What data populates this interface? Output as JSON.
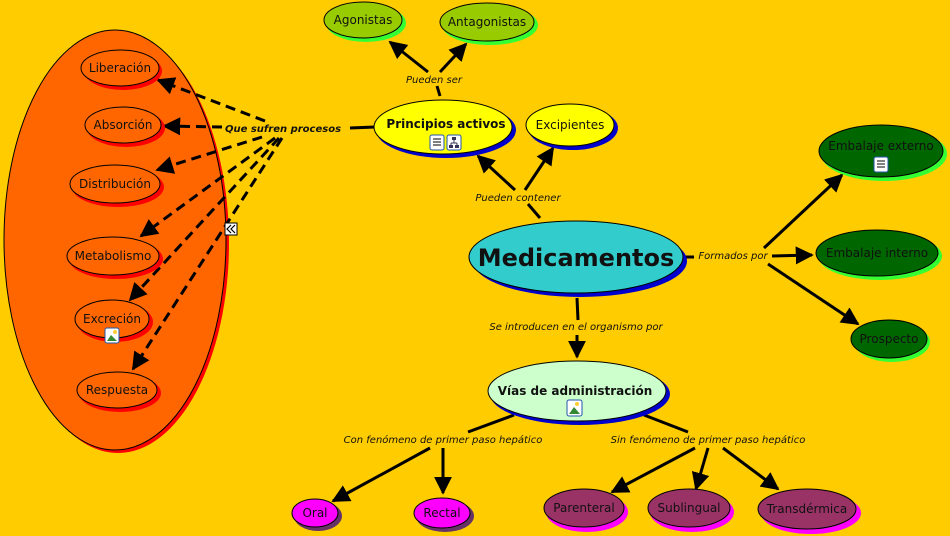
{
  "map": {
    "title": "Medicamentos",
    "colors": {
      "background": "#FFCC00",
      "central_fill": "#33CCCC",
      "yellow_fill": "#FFFF00",
      "blue_shadow": "#0000CC",
      "green_fill": "#99CC00",
      "green_shadow": "#33FF33",
      "dark_green_fill": "#006600",
      "light_green_fill": "#CCFFCC",
      "orange_fill": "#FF6600",
      "red_shadow": "#FF0000",
      "magenta_fill": "#FF00FF",
      "plum_fill": "#993366"
    },
    "nodes": {
      "medicamentos": "Medicamentos",
      "principios_activos": "Principios activos",
      "excipientes": "Excipientes",
      "agonistas": "Agonistas",
      "antagonistas": "Antagonistas",
      "embalaje_externo": "Embalaje externo",
      "embalaje_interno": "Embalaje interno",
      "prospecto": "Prospecto",
      "vias_administracion": "Vías de administración",
      "oral": "Oral",
      "rectal": "Rectal",
      "parenteral": "Parenteral",
      "sublingual": "Sublingual",
      "transdermica": "Transdérmica",
      "liberacion": "Liberación",
      "absorcion": "Absorción",
      "distribucion": "Distribución",
      "metabolismo": "Metabolismo",
      "excrecion": "Excreción",
      "respuesta": "Respuesta"
    },
    "links": {
      "pueden_ser": "Pueden ser",
      "pueden_contener": "Pueden contener",
      "formados_por": "Formados por",
      "se_introducen": "Se introducen en el organismo por",
      "con_fenomeno": "Con fenómeno de primer paso hepático",
      "sin_fenomeno": "Sin fenómeno de primer paso hepático",
      "que_sufren": "Que sufren procesos"
    },
    "icons": {
      "principios_activos": [
        "document-icon",
        "concept-map-icon"
      ],
      "embalaje_externo": [
        "document-icon"
      ],
      "vias_administracion": [
        "image-icon"
      ],
      "excrecion": [
        "image-icon"
      ],
      "collapse": "collapse-icon"
    }
  }
}
